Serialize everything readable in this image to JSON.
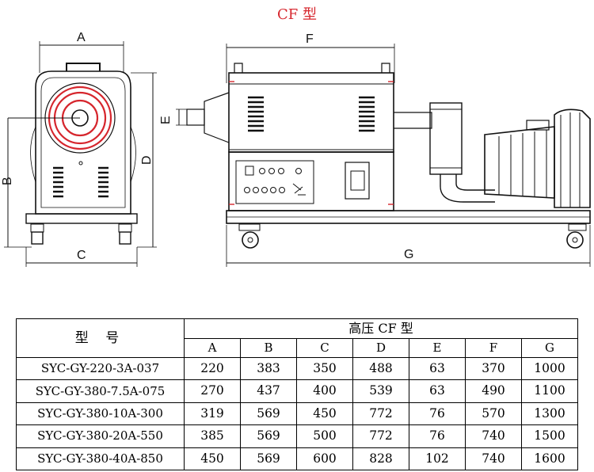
{
  "title": "CF 型",
  "dimension_labels": {
    "a": "A",
    "b": "B",
    "c": "C",
    "d": "D",
    "e": "E",
    "f": "F",
    "g": "G"
  },
  "colors": {
    "title": "#d6262d",
    "fan_rings": "#d6262d",
    "lines": "#111111"
  },
  "table": {
    "model_header": "型 号",
    "group_header": "高压 CF 型",
    "columns": [
      "A",
      "B",
      "C",
      "D",
      "E",
      "F",
      "G"
    ],
    "rows": [
      {
        "model": "SYC-GY-220-3A-037",
        "values": [
          "220",
          "383",
          "350",
          "488",
          "63",
          "370",
          "1000"
        ]
      },
      {
        "model": "SYC-GY-380-7.5A-075",
        "values": [
          "270",
          "437",
          "400",
          "539",
          "63",
          "490",
          "1100"
        ]
      },
      {
        "model": "SYC-GY-380-10A-300",
        "values": [
          "319",
          "569",
          "450",
          "772",
          "76",
          "570",
          "1300"
        ]
      },
      {
        "model": "SYC-GY-380-20A-550",
        "values": [
          "385",
          "569",
          "500",
          "772",
          "76",
          "740",
          "1500"
        ]
      },
      {
        "model": "SYC-GY-380-40A-850",
        "values": [
          "450",
          "569",
          "600",
          "828",
          "102",
          "740",
          "1600"
        ]
      }
    ]
  }
}
